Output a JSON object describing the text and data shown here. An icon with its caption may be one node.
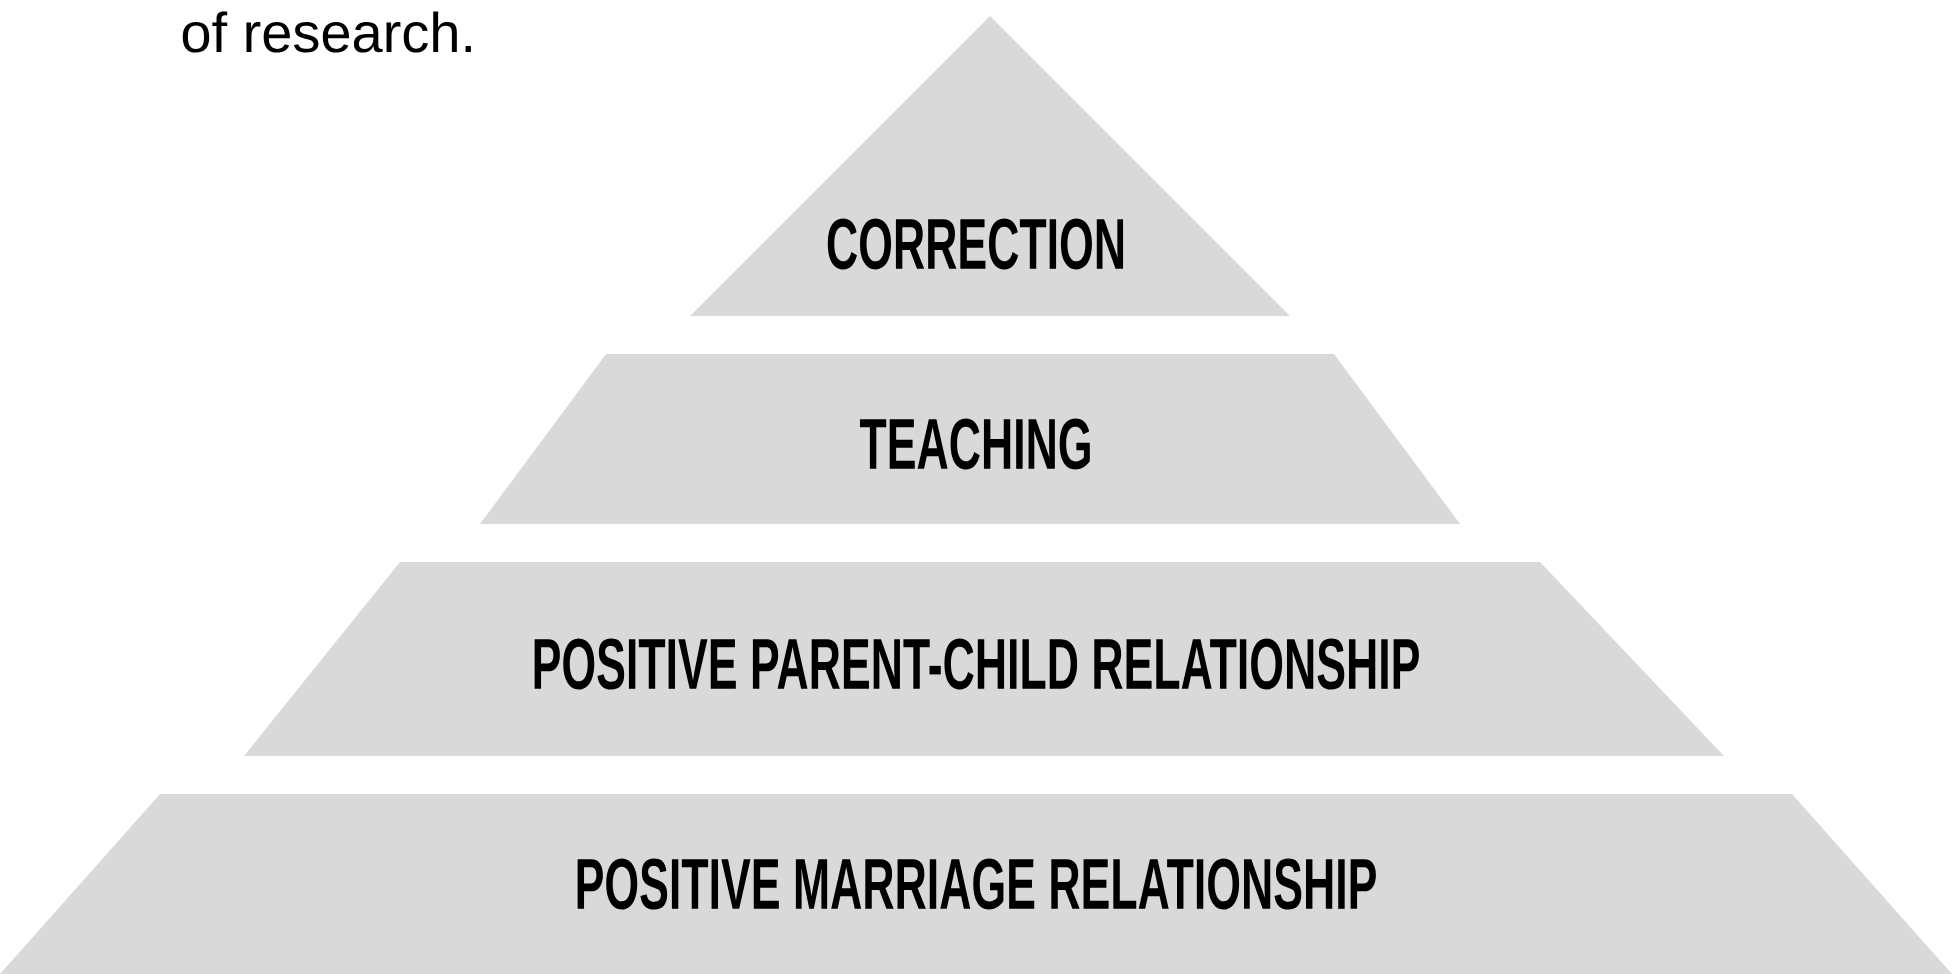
{
  "diagram": {
    "nodes": [
      {
        "text": [
          "CORRECTION"
        ]
      },
      {
        "text": [
          "TEACHING"
        ]
      },
      {
        "text": [
          "POSITIVE PARENT-CHILD RELATIONSHIP"
        ]
      },
      {
        "text": [
          "POSITIVE MARRIAGE RELATIONSHIP"
        ]
      }
    ],
    "labels": [
      "of research."
    ]
  }
}
